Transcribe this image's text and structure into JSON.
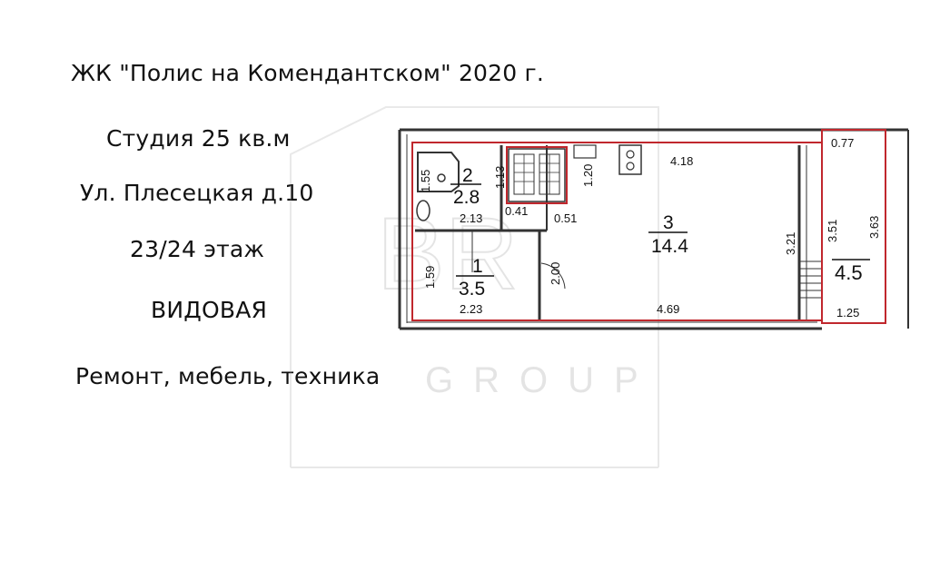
{
  "listing": {
    "complex": "ЖК \"Полис на Комендантском\" 2020 г.",
    "apartment_type": "Студия 25 кв.м",
    "address": "Ул. Плесецкая д.10",
    "floor": "23/24 этаж",
    "view": "ВИДОВАЯ",
    "features": "Ремонт, мебель, техника"
  },
  "watermark": {
    "letters": "BR",
    "word": "GROUP"
  },
  "floor_plan": {
    "rooms": [
      {
        "number": "1",
        "area": "3.5"
      },
      {
        "number": "2",
        "area": "2.8"
      },
      {
        "number": "3",
        "area": "14.4"
      },
      {
        "number": "",
        "area": "4.5"
      }
    ],
    "dimensions": {
      "d_4_18": "4.18",
      "d_0_77": "0.77",
      "d_1_55": "1.55",
      "d_1_13": "1.13",
      "d_1_20": "1.20",
      "d_2_13": "2.13",
      "d_0_41": "0.41",
      "d_0_51": "0.51",
      "d_3_21": "3.21",
      "d_3_51": "3.51",
      "d_3_63": "3.63",
      "d_1_59": "1.59",
      "d_2_00": "2.00",
      "d_2_23": "2.23",
      "d_4_69": "4.69",
      "d_1_25": "1.25"
    },
    "colors": {
      "outline": "#c0272d",
      "walls": "#333333"
    }
  }
}
